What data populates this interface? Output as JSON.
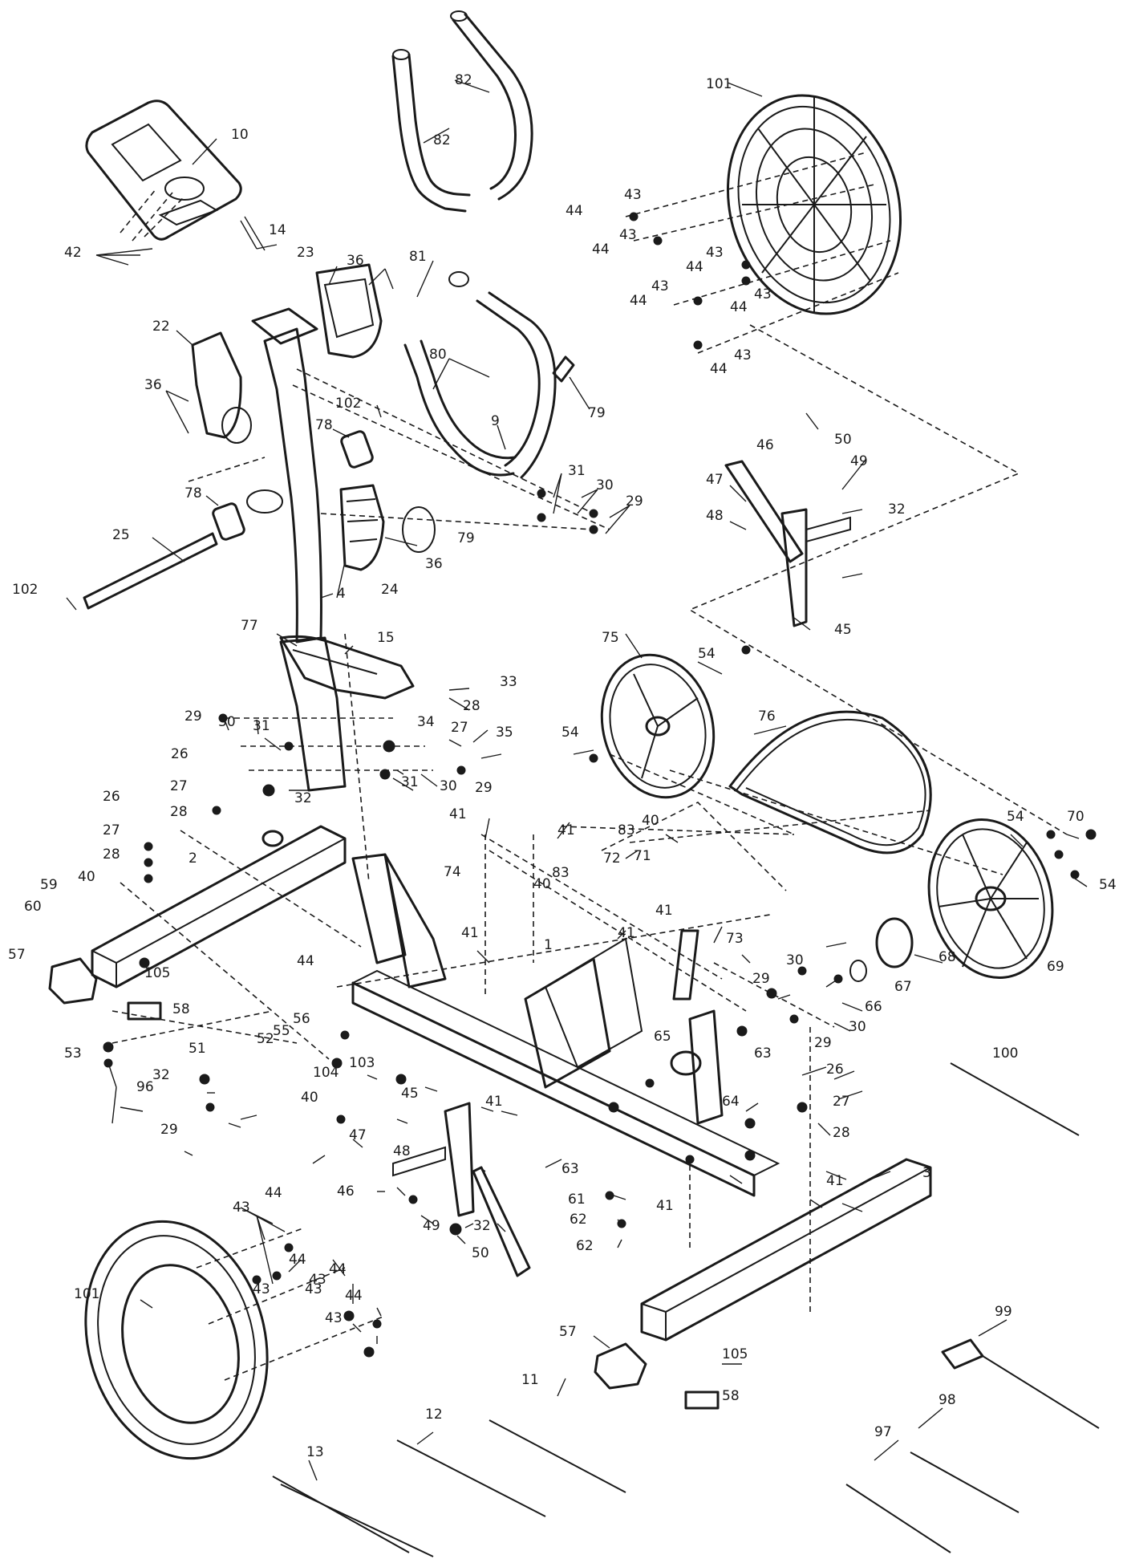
{
  "callouts": [
    {
      "id": "c10",
      "text": "10"
    },
    {
      "id": "c14",
      "text": "14"
    },
    {
      "id": "c42",
      "text": "42"
    },
    {
      "id": "c82a",
      "text": "82"
    },
    {
      "id": "c82b",
      "text": "82"
    },
    {
      "id": "c101a",
      "text": "101"
    },
    {
      "id": "c23",
      "text": "23"
    },
    {
      "id": "c36a",
      "text": "36"
    },
    {
      "id": "c36b",
      "text": "36"
    },
    {
      "id": "c36c",
      "text": "36"
    },
    {
      "id": "c22",
      "text": "22"
    },
    {
      "id": "c81",
      "text": "81"
    },
    {
      "id": "c80",
      "text": "80"
    },
    {
      "id": "c79a",
      "text": "79"
    },
    {
      "id": "c79b",
      "text": "79"
    },
    {
      "id": "c9",
      "text": "9"
    },
    {
      "id": "c102a",
      "text": "102"
    },
    {
      "id": "c78a",
      "text": "78"
    },
    {
      "id": "c78b",
      "text": "78"
    },
    {
      "id": "c25",
      "text": "25"
    },
    {
      "id": "c102b",
      "text": "102"
    },
    {
      "id": "c24",
      "text": "24"
    },
    {
      "id": "c4",
      "text": "4"
    },
    {
      "id": "c31a",
      "text": "31"
    },
    {
      "id": "c30a",
      "text": "30"
    },
    {
      "id": "c29a",
      "text": "29"
    },
    {
      "id": "c43a",
      "text": "43"
    },
    {
      "id": "c44a",
      "text": "44"
    },
    {
      "id": "c43b",
      "text": "43"
    },
    {
      "id": "c44b",
      "text": "44"
    },
    {
      "id": "c43c",
      "text": "43"
    },
    {
      "id": "c44c",
      "text": "44"
    },
    {
      "id": "c43d",
      "text": "43"
    },
    {
      "id": "c44d",
      "text": "44"
    },
    {
      "id": "c43e",
      "text": "43"
    },
    {
      "id": "c44e",
      "text": "44"
    },
    {
      "id": "c43f",
      "text": "43"
    },
    {
      "id": "c44f",
      "text": "44"
    },
    {
      "id": "c46a",
      "text": "46"
    },
    {
      "id": "c50a",
      "text": "50"
    },
    {
      "id": "c49a",
      "text": "49"
    },
    {
      "id": "c47a",
      "text": "47"
    },
    {
      "id": "c48a",
      "text": "48"
    },
    {
      "id": "c32a",
      "text": "32"
    },
    {
      "id": "c45a",
      "text": "45"
    },
    {
      "id": "c77",
      "text": "77"
    },
    {
      "id": "c15",
      "text": "15"
    },
    {
      "id": "c33",
      "text": "33"
    },
    {
      "id": "c28a",
      "text": "28"
    },
    {
      "id": "c29b",
      "text": "29"
    },
    {
      "id": "c30b",
      "text": "30"
    },
    {
      "id": "c31b",
      "text": "31"
    },
    {
      "id": "c34",
      "text": "34"
    },
    {
      "id": "c27a",
      "text": "27"
    },
    {
      "id": "c35",
      "text": "35"
    },
    {
      "id": "c31c",
      "text": "31"
    },
    {
      "id": "c30c",
      "text": "30"
    },
    {
      "id": "c29c",
      "text": "29"
    },
    {
      "id": "c32b",
      "text": "32"
    },
    {
      "id": "c26a",
      "text": "26"
    },
    {
      "id": "c26b",
      "text": "26"
    },
    {
      "id": "c27b",
      "text": "27"
    },
    {
      "id": "c28b",
      "text": "28"
    },
    {
      "id": "c27c",
      "text": "27"
    },
    {
      "id": "c28c",
      "text": "28"
    },
    {
      "id": "c2",
      "text": "2"
    },
    {
      "id": "c59",
      "text": "59"
    },
    {
      "id": "c40a",
      "text": "40"
    },
    {
      "id": "c60",
      "text": "60"
    },
    {
      "id": "c57a",
      "text": "57"
    },
    {
      "id": "c105a",
      "text": "105"
    },
    {
      "id": "c58a",
      "text": "58"
    },
    {
      "id": "c75",
      "text": "75"
    },
    {
      "id": "c54a",
      "text": "54"
    },
    {
      "id": "c54b",
      "text": "54"
    },
    {
      "id": "c76",
      "text": "76"
    },
    {
      "id": "c54c",
      "text": "54"
    },
    {
      "id": "c70",
      "text": "70"
    },
    {
      "id": "c54d",
      "text": "54"
    },
    {
      "id": "c41a",
      "text": "41"
    },
    {
      "id": "c41b",
      "text": "41"
    },
    {
      "id": "c40b",
      "text": "40"
    },
    {
      "id": "c83a",
      "text": "83"
    },
    {
      "id": "c72",
      "text": "72"
    },
    {
      "id": "c71",
      "text": "71"
    },
    {
      "id": "c74",
      "text": "74"
    },
    {
      "id": "c83b",
      "text": "83"
    },
    {
      "id": "c40c",
      "text": "40"
    },
    {
      "id": "c41c",
      "text": "41"
    },
    {
      "id": "c73",
      "text": "73"
    },
    {
      "id": "c41d",
      "text": "41"
    },
    {
      "id": "c1",
      "text": "1"
    },
    {
      "id": "c69",
      "text": "69"
    },
    {
      "id": "c68",
      "text": "68"
    },
    {
      "id": "c30d",
      "text": "30"
    },
    {
      "id": "c67",
      "text": "67"
    },
    {
      "id": "c29d",
      "text": "29"
    },
    {
      "id": "c66",
      "text": "66"
    },
    {
      "id": "c30e",
      "text": "30"
    },
    {
      "id": "c29e",
      "text": "29"
    },
    {
      "id": "c63a",
      "text": "63"
    },
    {
      "id": "c26c",
      "text": "26"
    },
    {
      "id": "c44g",
      "text": "44"
    },
    {
      "id": "c41e",
      "text": "41"
    },
    {
      "id": "c65",
      "text": "65"
    },
    {
      "id": "c64",
      "text": "64"
    },
    {
      "id": "c27d",
      "text": "27"
    },
    {
      "id": "c28d",
      "text": "28"
    },
    {
      "id": "c53",
      "text": "53"
    },
    {
      "id": "c52",
      "text": "52"
    },
    {
      "id": "c55",
      "text": "55"
    },
    {
      "id": "c56",
      "text": "56"
    },
    {
      "id": "c51",
      "text": "51"
    },
    {
      "id": "c32c",
      "text": "32"
    },
    {
      "id": "c96",
      "text": "96"
    },
    {
      "id": "c103",
      "text": "103"
    },
    {
      "id": "c104",
      "text": "104"
    },
    {
      "id": "c45b",
      "text": "45"
    },
    {
      "id": "c40d",
      "text": "40"
    },
    {
      "id": "c29f",
      "text": "29"
    },
    {
      "id": "c41f",
      "text": "41"
    },
    {
      "id": "c100",
      "text": "100"
    },
    {
      "id": "c47b",
      "text": "47"
    },
    {
      "id": "c48b",
      "text": "48"
    },
    {
      "id": "c63b",
      "text": "63"
    },
    {
      "id": "c41g",
      "text": "41"
    },
    {
      "id": "c3",
      "text": "3"
    },
    {
      "id": "c61",
      "text": "61"
    },
    {
      "id": "c62a",
      "text": "62"
    },
    {
      "id": "c62b",
      "text": "62"
    },
    {
      "id": "c41h",
      "text": "41"
    },
    {
      "id": "c46b",
      "text": "46"
    },
    {
      "id": "c49b",
      "text": "49"
    },
    {
      "id": "c32d",
      "text": "32"
    },
    {
      "id": "c50b",
      "text": "50"
    },
    {
      "id": "c44h",
      "text": "44"
    },
    {
      "id": "c43g",
      "text": "43"
    },
    {
      "id": "c44i",
      "text": "44"
    },
    {
      "id": "c43h",
      "text": "43"
    },
    {
      "id": "c43i",
      "text": "43"
    },
    {
      "id": "c44j",
      "text": "44"
    },
    {
      "id": "c43j",
      "text": "43"
    },
    {
      "id": "c44k",
      "text": "44"
    },
    {
      "id": "c43k",
      "text": "43"
    },
    {
      "id": "c101b",
      "text": "101"
    },
    {
      "id": "c57b",
      "text": "57"
    },
    {
      "id": "c105b",
      "text": "105"
    },
    {
      "id": "c58b",
      "text": "58"
    },
    {
      "id": "c99",
      "text": "99"
    },
    {
      "id": "c11",
      "text": "11"
    },
    {
      "id": "c12",
      "text": "12"
    },
    {
      "id": "c98",
      "text": "98"
    },
    {
      "id": "c97",
      "text": "97"
    },
    {
      "id": "c13",
      "text": "13"
    }
  ]
}
